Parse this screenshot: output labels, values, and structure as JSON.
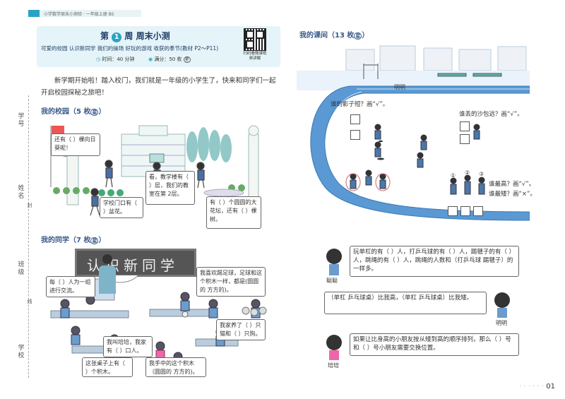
{
  "header": {
    "top_strip": "小学数学周末小测验 · 一年级上册 BS"
  },
  "banner": {
    "title_pre": "第",
    "week": "1",
    "title_post": "周  周末小测",
    "topics": "可爱的校园   认识新同学   我们的操场   好玩的游戏   收获的季节(教材 P2～P11)",
    "time": "时间：40 分钟",
    "score": "满分：50 枚",
    "qr_caption": "扫码看微课视频讲解"
  },
  "intro": "新学期开始啦！踏入校门，我们就是一年级的小学生了，快来和同学们一起开启校园探秘之旅吧！",
  "sections": {
    "campus": "我的校园（5 枚",
    "classmates": "我的同学（7 枚",
    "recess": "我的课间（13 枚"
  },
  "star": "星",
  "campus_bubbles": {
    "flag": "还有（  ）棵向日葵呢！",
    "gate": "学校门口有（  ）盆花。",
    "building": "看，教学楼有（  ）层，我们的教室在第 2层。",
    "garden": "有（  ）个圆圆的大花坛，还有（  ）棵树。"
  },
  "school_sign": "学校",
  "class_bubbles": {
    "board": "认识新同学",
    "teacher": "每（  ）人为一组进行交流。",
    "soccer": "我喜欢踢足球，足球和这个积木一样，都是(圆圆的  方方的)。",
    "pets": "我家养了（  ）只猫和（  ）只狗。",
    "peipei": "我叫培培，我家有（  ）口人。",
    "desk": "这张桌子上有（  ）个积木。",
    "block": "我手中的这个积木（圆圆的 方方的)。"
  },
  "recess": {
    "mingming": "明明",
    "q_shadow": "谁的影子短？画“√”。",
    "q_sandbag": "谁丢的沙包远？画“√”。",
    "q_tall": "谁最高？画“√”。",
    "q_short": "谁最矮？画“×”。",
    "num1": "①",
    "num2": "②",
    "num3": "③",
    "congcong": "聪聪",
    "cong_text": "玩单杠的有（  ）人，打乒乓球的有（  ）人，踢毽子的有（  ）人，跳绳的有（  ）人，跳绳的人数和（打乒乓球  踢毽子）的一样多。",
    "ming_text": "（单杠  乒乓球桌）比我高，（单杠  乒乓球桌）比我矮。",
    "ming_name": "明明",
    "pei_text": "如果让比身高的小朋友按从矮到高的顺序排列，那么（  ）号和（  ）号小朋友需要交换位置。",
    "pei_name": "培培"
  },
  "side_labels": {
    "id": "学号",
    "name": "姓名",
    "class": "班级",
    "school": "学校",
    "seal": "封",
    "line": "线"
  },
  "page_number": "01"
}
